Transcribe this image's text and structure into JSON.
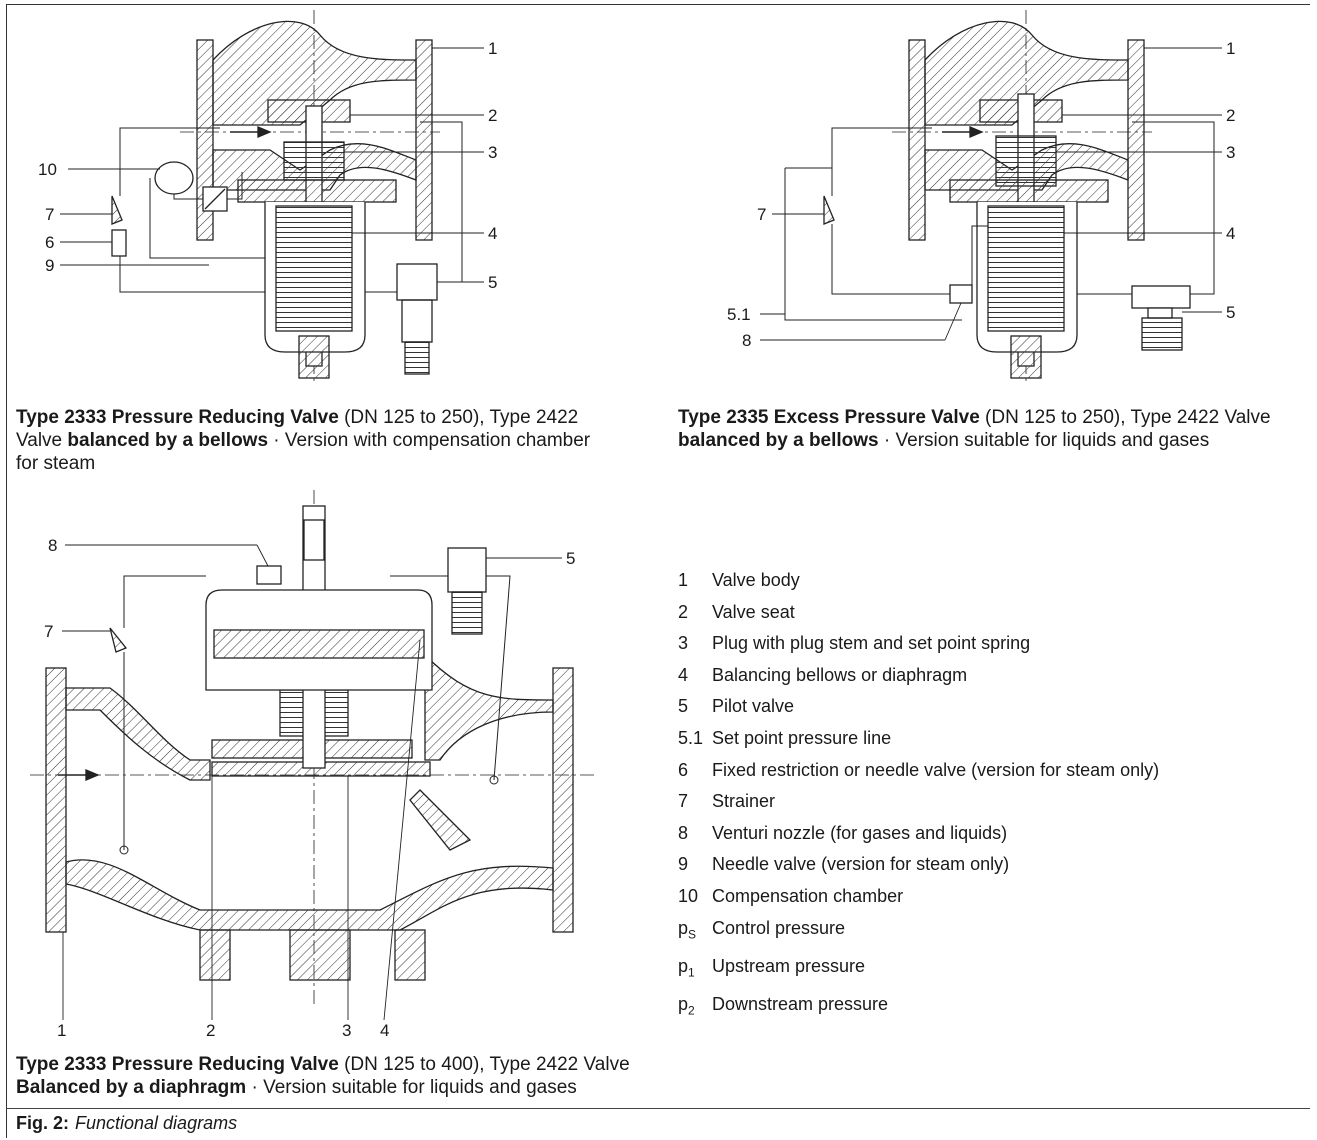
{
  "captions": {
    "top_left": {
      "part1": "Type 2333 Pressure Reducing Valve",
      "part2": " (DN 125 to 250), Type 2422",
      "part3": "Valve ",
      "part4": "balanced by a bellows",
      "part5": " · Version with compensation chamber",
      "part6": "for steam"
    },
    "top_right": {
      "part1": "Type 2335 Excess Pressure Valve",
      "part2": " (DN 125 to 250), Type 2422 Valve",
      "part3": "balanced by a bellows",
      "part4": " · Version suitable for liquids and gases"
    },
    "bottom_left": {
      "part1": "Type 2333 Pressure Reducing Valve",
      "part2": " (DN 125 to 400), Type 2422 Valve",
      "part3": "Balanced by a diaphragm",
      "part4": " · Version suitable for liquids and gases"
    }
  },
  "diagram_labels": {
    "tl": [
      "1",
      "2",
      "3",
      "4",
      "5",
      "10",
      "7",
      "6",
      "9"
    ],
    "tr": [
      "1",
      "2",
      "3",
      "4",
      "5",
      "7",
      "5.1",
      "8"
    ],
    "bl": [
      "8",
      "5",
      "7",
      "1",
      "2",
      "3",
      "4"
    ]
  },
  "legend": [
    {
      "key": "1",
      "text": "Valve body"
    },
    {
      "key": "2",
      "text": "Valve seat"
    },
    {
      "key": "3",
      "text": "Plug with plug stem and set point spring"
    },
    {
      "key": "4",
      "text": "Balancing bellows or diaphragm"
    },
    {
      "key": "5",
      "text": "Pilot valve"
    },
    {
      "key": "5.1",
      "text": "Set point pressure line"
    },
    {
      "key": "6",
      "text": "Fixed restriction or needle valve (version for steam only)"
    },
    {
      "key": "7",
      "text": "Strainer"
    },
    {
      "key": "8",
      "text": "Venturi nozzle (for gases and liquids)"
    },
    {
      "key": "9",
      "text": "Needle valve (version for steam only)"
    },
    {
      "key": "10",
      "text": "Compensation chamber"
    },
    {
      "key": "p",
      "sub": "S",
      "text": "Control pressure"
    },
    {
      "key": "p",
      "sub": "1",
      "text": "Upstream pressure"
    },
    {
      "key": "p",
      "sub": "2",
      "text": "Downstream pressure"
    }
  ],
  "figure": {
    "number": "Fig. 2:",
    "title": "Functional diagrams"
  }
}
